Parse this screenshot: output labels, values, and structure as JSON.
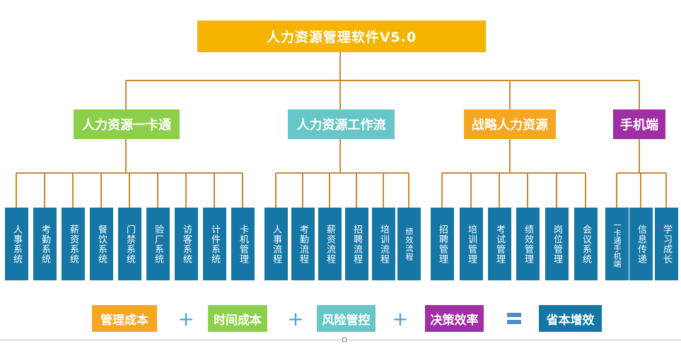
{
  "title": "人力资源管理软件V5.0",
  "colors": {
    "line": "#c98a2e",
    "title": "#f4b400",
    "leaf": "#1677a6",
    "cat1": "#8ccf4c",
    "cat2": "#67c6c7",
    "cat3": "#f5a623",
    "cat4": "#a02fa6",
    "f1": "#f5a623",
    "f2": "#8ccf4c",
    "f3": "#67c6c7",
    "f4": "#a02fa6",
    "f5": "#1677a6"
  },
  "categories": [
    {
      "label": "人力资源一卡通",
      "items": [
        "人事系统",
        "考勤系统",
        "薪资系统",
        "餐饮系统",
        "门禁系统",
        "验厂系统",
        "访客系统",
        "计件系统",
        "卡机管理"
      ]
    },
    {
      "label": "人力资源工作流",
      "items": [
        "人事流程",
        "考勤流程",
        "薪资流程",
        "招聘流程",
        "培训流程",
        "绩效流程"
      ]
    },
    {
      "label": "战略人力资源",
      "items": [
        "招聘管理",
        "培训管理",
        "考试管理",
        "绩效管理",
        "岗位管理",
        "会议系统"
      ]
    },
    {
      "label": "手机端",
      "items": [
        "一卡通手机端",
        "信息传递",
        "学习成长"
      ]
    }
  ],
  "formula": {
    "terms": [
      "管理成本",
      "时间成本",
      "风险管控",
      "决策效率"
    ],
    "plus": "+",
    "result": "省本增效"
  }
}
